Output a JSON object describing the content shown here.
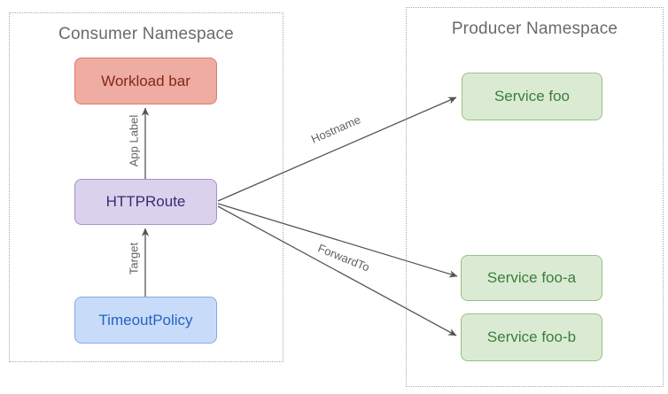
{
  "diagram": {
    "consumer_namespace": {
      "title": "Consumer Namespace",
      "nodes": {
        "workload": {
          "label": "Workload bar",
          "fill": "#eeaca2",
          "border": "#db7c6a",
          "text_color": "#842718"
        },
        "httproute": {
          "label": "HTTPRoute",
          "fill": "#dad1ec",
          "border": "#a291ce",
          "text_color": "#3b2a73"
        },
        "timeout_policy": {
          "label": "TimeoutPolicy",
          "fill": "#c8dcf9",
          "border": "#7fabec",
          "text_color": "#2463c2"
        }
      }
    },
    "producer_namespace": {
      "title": "Producer Namespace",
      "nodes": {
        "service_foo": {
          "label": "Service foo",
          "fill": "#dbebd3",
          "border": "#95c183",
          "text_color": "#3a7d3e"
        },
        "service_foo_a": {
          "label": "Service foo-a",
          "fill": "#dbebd3",
          "border": "#95c183",
          "text_color": "#3a7d3e"
        },
        "service_foo_b": {
          "label": "Service foo-b",
          "fill": "#dbebd3",
          "border": "#95c183",
          "text_color": "#3a7d3e"
        }
      }
    },
    "edges": {
      "app_label": {
        "label": "App Label",
        "from": "HTTPRoute",
        "to": "Workload bar"
      },
      "target": {
        "label": "Target",
        "from": "TimeoutPolicy",
        "to": "HTTPRoute"
      },
      "hostname": {
        "label": "Hostname",
        "from": "HTTPRoute",
        "to": "Service foo"
      },
      "forward_to": {
        "label": "ForwardTo",
        "from": "HTTPRoute",
        "to": "Service foo-a / Service foo-b"
      }
    },
    "colors": {
      "arrow": "#545454",
      "edge_label_text": "#5f6368",
      "namespace_border": "#a8a8a8",
      "namespace_title_text": "#6a6a6a",
      "background": "#ffffff"
    }
  }
}
